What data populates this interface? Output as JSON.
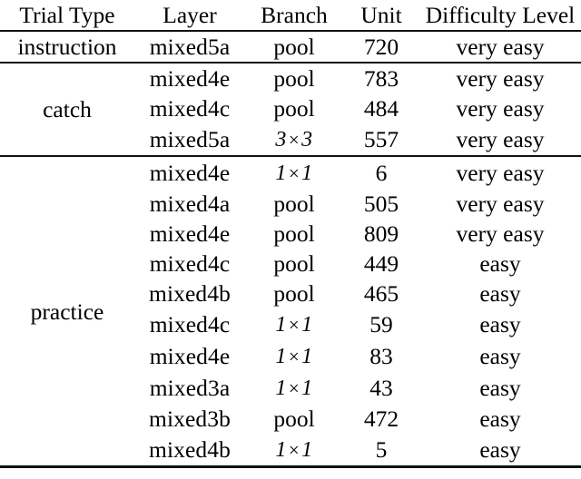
{
  "table": {
    "columns": [
      {
        "key": "trial_type",
        "label": "Trial Type"
      },
      {
        "key": "layer",
        "label": "Layer"
      },
      {
        "key": "branch",
        "label": "Branch"
      },
      {
        "key": "unit",
        "label": "Unit"
      },
      {
        "key": "difficulty",
        "label": "Difficulty Level"
      }
    ],
    "groups": [
      {
        "trial_type": "instruction",
        "rows": [
          {
            "layer": "mixed5a",
            "branch": "pool",
            "branch_type": "text",
            "unit": "720",
            "difficulty": "very easy"
          }
        ]
      },
      {
        "trial_type": "catch",
        "rows": [
          {
            "layer": "mixed4e",
            "branch": "pool",
            "branch_type": "text",
            "unit": "783",
            "difficulty": "very easy"
          },
          {
            "layer": "mixed4c",
            "branch": "pool",
            "branch_type": "text",
            "unit": "484",
            "difficulty": "very easy"
          },
          {
            "layer": "mixed5a",
            "branch": "3 × 3",
            "branch_type": "math",
            "branch_a": "3",
            "branch_b": "3",
            "unit": "557",
            "difficulty": "very easy"
          }
        ]
      },
      {
        "trial_type": "practice",
        "rows": [
          {
            "layer": "mixed4e",
            "branch": "1 × 1",
            "branch_type": "math",
            "branch_a": "1",
            "branch_b": "1",
            "unit": "6",
            "difficulty": "very easy"
          },
          {
            "layer": "mixed4a",
            "branch": "pool",
            "branch_type": "text",
            "unit": "505",
            "difficulty": "very easy"
          },
          {
            "layer": "mixed4e",
            "branch": "pool",
            "branch_type": "text",
            "unit": "809",
            "difficulty": "very easy"
          },
          {
            "layer": "mixed4c",
            "branch": "pool",
            "branch_type": "text",
            "unit": "449",
            "difficulty": "easy"
          },
          {
            "layer": "mixed4b",
            "branch": "pool",
            "branch_type": "text",
            "unit": "465",
            "difficulty": "easy"
          },
          {
            "layer": "mixed4c",
            "branch": "1 × 1",
            "branch_type": "math",
            "branch_a": "1",
            "branch_b": "1",
            "unit": "59",
            "difficulty": "easy"
          },
          {
            "layer": "mixed4e",
            "branch": "1 × 1",
            "branch_type": "math",
            "branch_a": "1",
            "branch_b": "1",
            "unit": "83",
            "difficulty": "easy"
          },
          {
            "layer": "mixed3a",
            "branch": "1 × 1",
            "branch_type": "math",
            "branch_a": "1",
            "branch_b": "1",
            "unit": "43",
            "difficulty": "easy"
          },
          {
            "layer": "mixed3b",
            "branch": "pool",
            "branch_type": "text",
            "unit": "472",
            "difficulty": "easy"
          },
          {
            "layer": "mixed4b",
            "branch": "1 × 1",
            "branch_type": "math",
            "branch_a": "1",
            "branch_b": "1",
            "unit": "5",
            "difficulty": "easy"
          }
        ]
      }
    ]
  }
}
